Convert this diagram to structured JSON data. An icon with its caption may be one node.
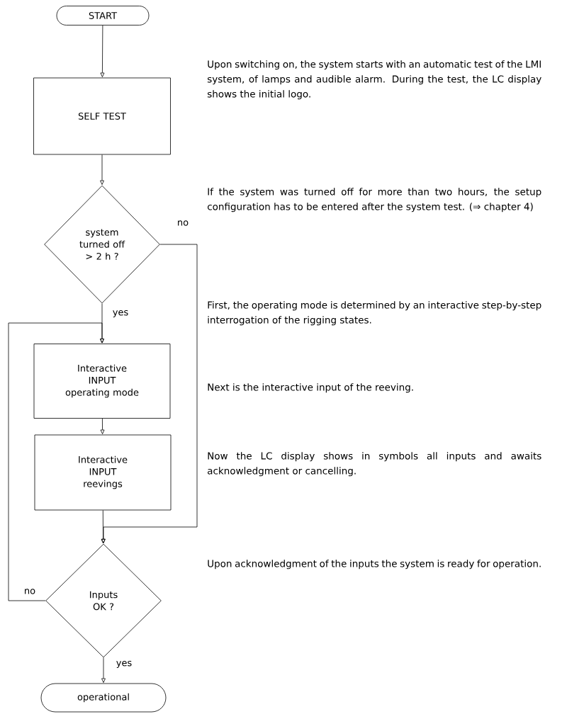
{
  "diagram": {
    "nodes": [
      {
        "text": [
          "START"
        ]
      },
      {
        "text": [
          "SELF TEST"
        ]
      },
      {
        "text": [
          "system turned off > 2 h ?"
        ]
      },
      {
        "text": [
          "Interactive INPUT operating mode"
        ]
      },
      {
        "text": [
          "Interactive INPUT reevings"
        ]
      },
      {
        "text": [
          "Inputs OK ?"
        ]
      },
      {
        "text": [
          "operational"
        ]
      }
    ],
    "edges": [
      {
        "from": 0,
        "to": 1,
        "arrow": "to"
      },
      {
        "from": 1,
        "to": 2,
        "arrow": "to"
      },
      {
        "from": 2,
        "to": 3,
        "arrow": "to",
        "label": "yes"
      },
      {
        "from": 2,
        "to": 5,
        "arrow": "to",
        "label": "no"
      },
      {
        "from": 3,
        "to": 4,
        "arrow": "to"
      },
      {
        "from": 4,
        "to": 5,
        "arrow": "to"
      },
      {
        "from": 5,
        "to": 3,
        "arrow": "to",
        "label": "no"
      },
      {
        "from": 5,
        "to": 6,
        "arrow": "to",
        "label": "yes"
      }
    ],
    "labels": [
      "Upon switching on, the system starts with an automatic test of the LMI system, of lamps and audible alarm. During the test, the LC display shows the initial logo.",
      "If the system was turned off for more than two hours, the setup configuration has to be entered after the system test. (⇒ chapter 4)",
      "First, the operating mode is determined by an interactive step-by-step interrogation of the rigging states.",
      "Next is the interactive input of the reeving.",
      "Now the LC display shows in symbols all inputs and awaits acknowledgment or cancelling.",
      "Upon acknowledgment of the inputs the system is ready for operation."
    ]
  }
}
